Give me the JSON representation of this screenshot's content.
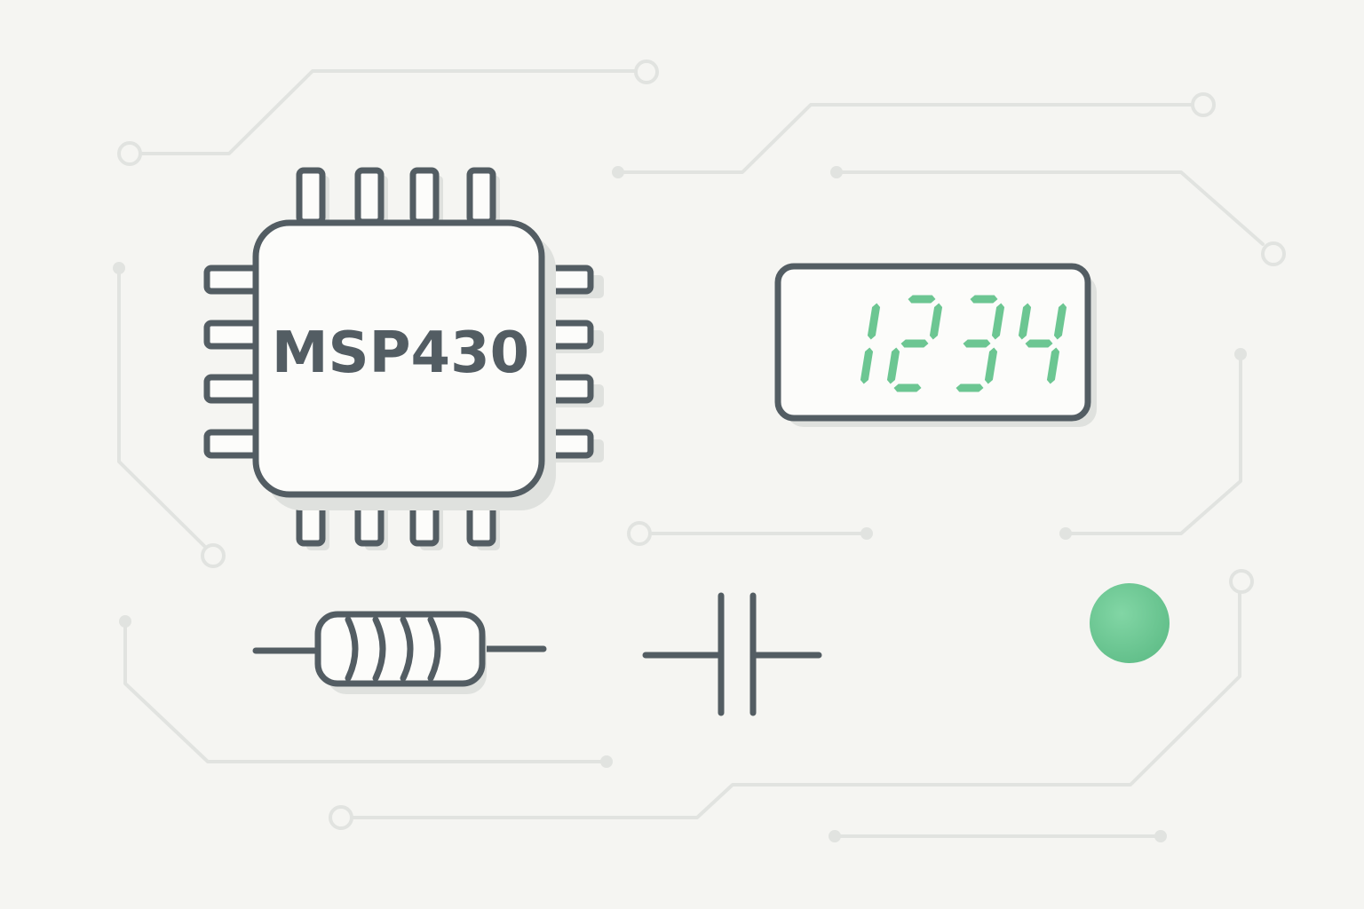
{
  "chip": {
    "label": "MSP430"
  },
  "display": {
    "value": "1234",
    "digit_color": "#6cc692"
  },
  "led": {
    "color": "#6cc692"
  },
  "colors": {
    "outline": "#535d63",
    "trace": "#e1e3e0",
    "background": "#f5f5f2"
  },
  "components": [
    "microcontroller-chip",
    "seven-segment-display",
    "resistor",
    "capacitor",
    "led-indicator"
  ]
}
